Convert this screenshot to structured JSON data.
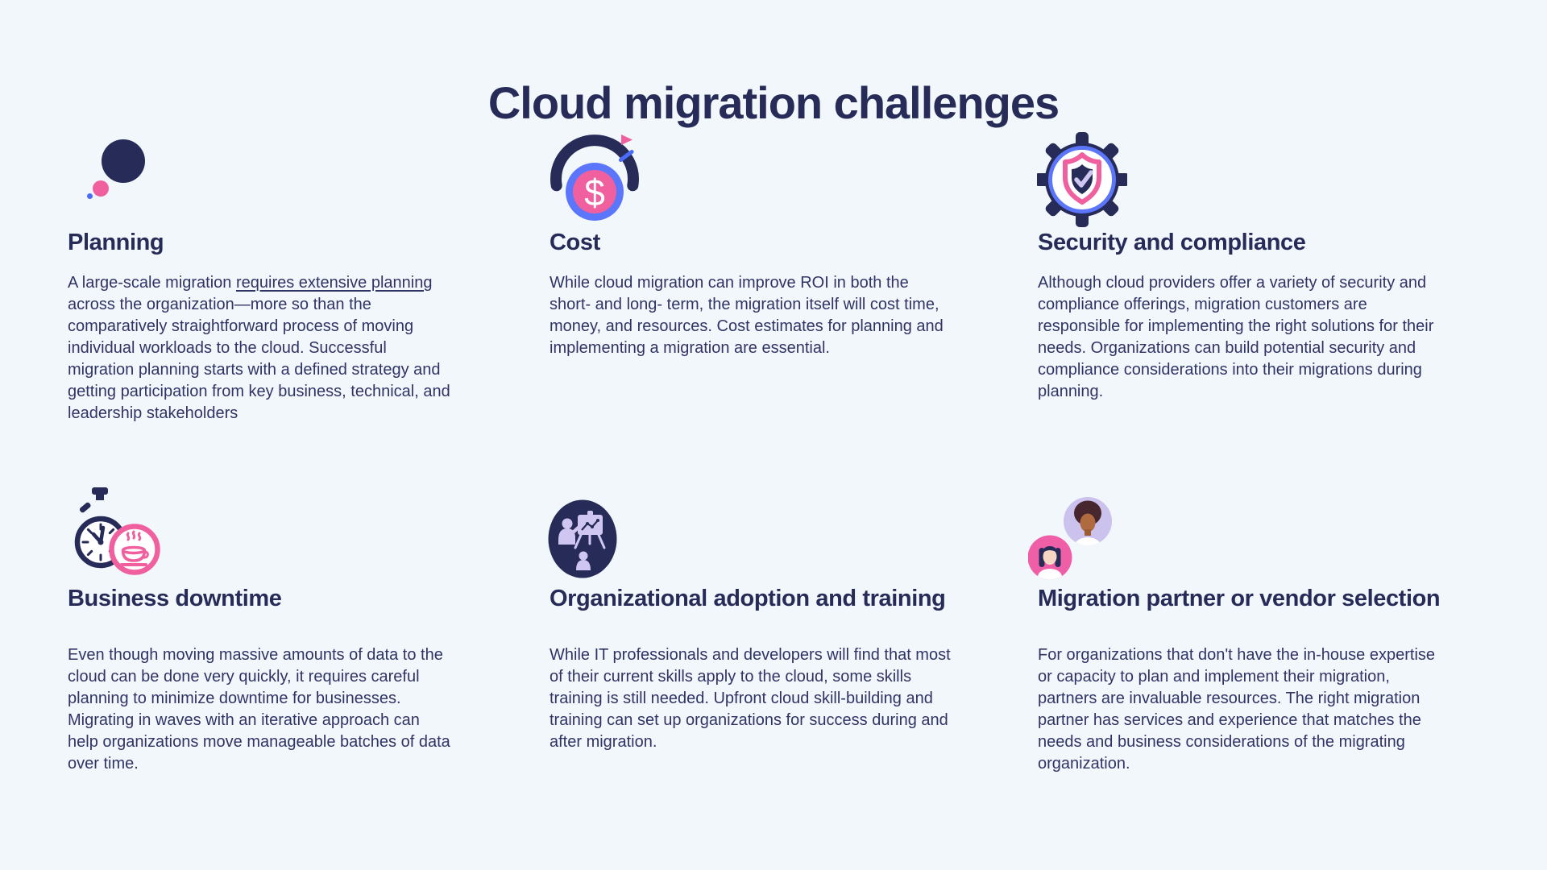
{
  "title": "Cloud migration challenges",
  "colors": {
    "background": "#f2f7fc",
    "navy": "#272b58",
    "pink": "#f0609f",
    "blue": "#5b76fb",
    "lavender": "#cfc7f2"
  },
  "sections": [
    {
      "title": "Planning",
      "icon": "planning-circles-icon",
      "body": {
        "prefix": "A large-scale migration ",
        "underlined": "requires extensive planning",
        "suffix": " across the organization—more so than the comparatively straightforward process of moving individual workloads to the cloud. Successful migration planning starts with a defined strategy and getting participation from key business, technical, and leadership stakeholders"
      }
    },
    {
      "title": "Cost",
      "icon": "cost-gauge-icon",
      "body": {
        "prefix": "While cloud migration can improve ROI in both the short- and long- term, the migration itself will cost time, money, and resources. Cost estimates for planning and implementing a migration are essential.",
        "underlined": "",
        "suffix": ""
      }
    },
    {
      "title": "Security and compliance",
      "icon": "security-shield-gear-icon",
      "body": {
        "prefix": "Although cloud providers offer a variety of security and compliance offerings, migration customers are responsible for implementing the right solutions for their needs. Organizations can build potential security and compliance considerations into their migrations during planning.",
        "underlined": "",
        "suffix": ""
      }
    },
    {
      "title": "Business downtime",
      "icon": "stopwatch-coffee-icon",
      "body": {
        "prefix": "Even though moving massive amounts of data to the cloud can be done very quickly, it requires careful planning to minimize downtime for businesses. Migrating in waves with an iterative approach can help organizations move manageable batches of data over time.",
        "underlined": "",
        "suffix": ""
      }
    },
    {
      "title": "Organizational adoption and training",
      "icon": "presentation-training-icon",
      "body": {
        "prefix": "While IT professionals and developers will find that most of their current skills apply to the cloud, some skills training is still needed. Upfront cloud skill-building and training can set up organizations for success during and after migration.",
        "underlined": "",
        "suffix": ""
      }
    },
    {
      "title": "Migration partner or vendor selection",
      "icon": "partner-avatars-icon",
      "body": {
        "prefix": "For organizations that don't have the in-house expertise or capacity to plan and implement their migration, partners are invaluable resources. The right migration partner has services and experience that matches the needs and business considerations of the migrating organization.",
        "underlined": "",
        "suffix": ""
      }
    }
  ]
}
